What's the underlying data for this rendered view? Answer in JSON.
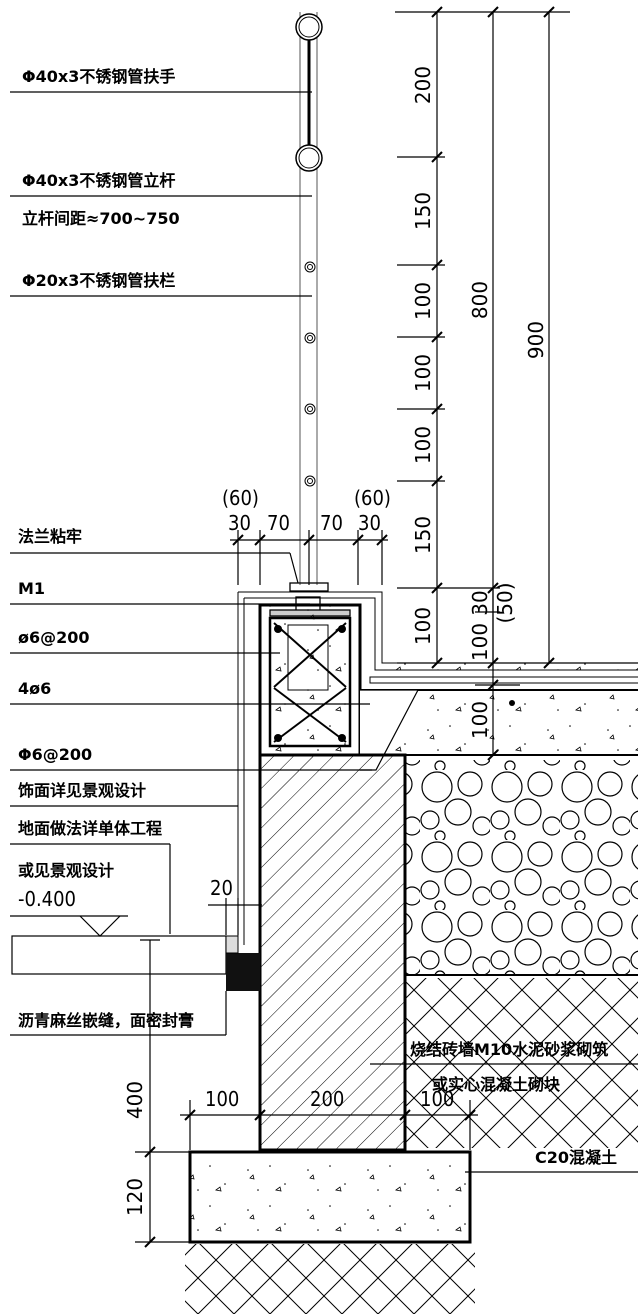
{
  "callouts": {
    "handrail": "Φ40x3不锈钢管扶手",
    "post": "Φ40x3不锈钢管立杆",
    "post_spacing": "立杆间距≈700~750",
    "baluster": "Φ20x3不锈钢管扶栏",
    "flange": "法兰粘牢",
    "m1": "M1",
    "stirrup1": "ø6@200",
    "rebar": "4ø6",
    "stirrup2": "Φ6@200",
    "finish1": "饰面详见景观设计",
    "finish2": "地面做法详单体工程",
    "finish3": "或见景观设计",
    "elevation": "-0.400",
    "joint": "沥青麻丝嵌缝，面密封膏",
    "wall1": "烧结砖墙M10水泥砂浆砌筑",
    "wall2": "或实心混凝土砌块",
    "concrete": "C20混凝土"
  },
  "dims": {
    "v200": "200",
    "v150a": "150",
    "v100a": "100",
    "v100b": "100",
    "v100c": "100",
    "v150b": "150",
    "v100d": "100",
    "v800": "800",
    "v900": "900",
    "v30": "30",
    "v50": "(50)",
    "v100e": "100",
    "v100f": "100",
    "h60l": "(60)",
    "h60r": "(60)",
    "h30l": "30",
    "h70l": "70",
    "h70r": "70",
    "h30r": "30",
    "h20": "20",
    "f100l": "100",
    "f200": "200",
    "f100r": "100",
    "v400": "400",
    "v120": "120"
  }
}
